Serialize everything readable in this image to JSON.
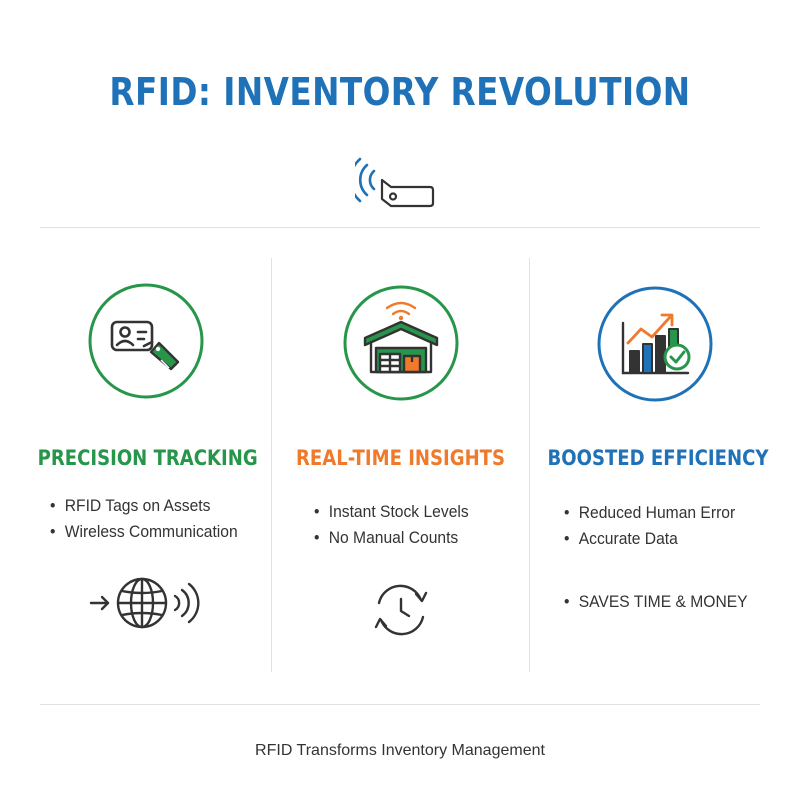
{
  "title": "RFID: INVENTORY REVOLUTION",
  "colors": {
    "blue": "#1f72b8",
    "green": "#27964a",
    "orange": "#ef7a2c",
    "text": "#333333",
    "divider": "#e1e1e1"
  },
  "header_icon": "rfid-tag-signal-icon",
  "columns": [
    {
      "icon": "id-card-tag-icon",
      "title": "PRECISION TRACKING",
      "bullets": [
        "RFID Tags on Assets",
        "Wireless Communication"
      ],
      "footer_icon": "globe-signal-icon"
    },
    {
      "icon": "warehouse-wifi-icon",
      "title": "REAL-TIME INSIGHTS",
      "bullets": [
        "Instant Stock Levels",
        "No Manual Counts"
      ],
      "footer_icon": "clock-refresh-icon"
    },
    {
      "icon": "bar-chart-check-icon",
      "title": "BOOSTED EFFICIENCY",
      "bullets": [
        "Reduced Human Error",
        "Accurate Data"
      ],
      "callout": "SAVES TIME & MONEY"
    }
  ],
  "footer": "RFID Transforms Inventory Management"
}
